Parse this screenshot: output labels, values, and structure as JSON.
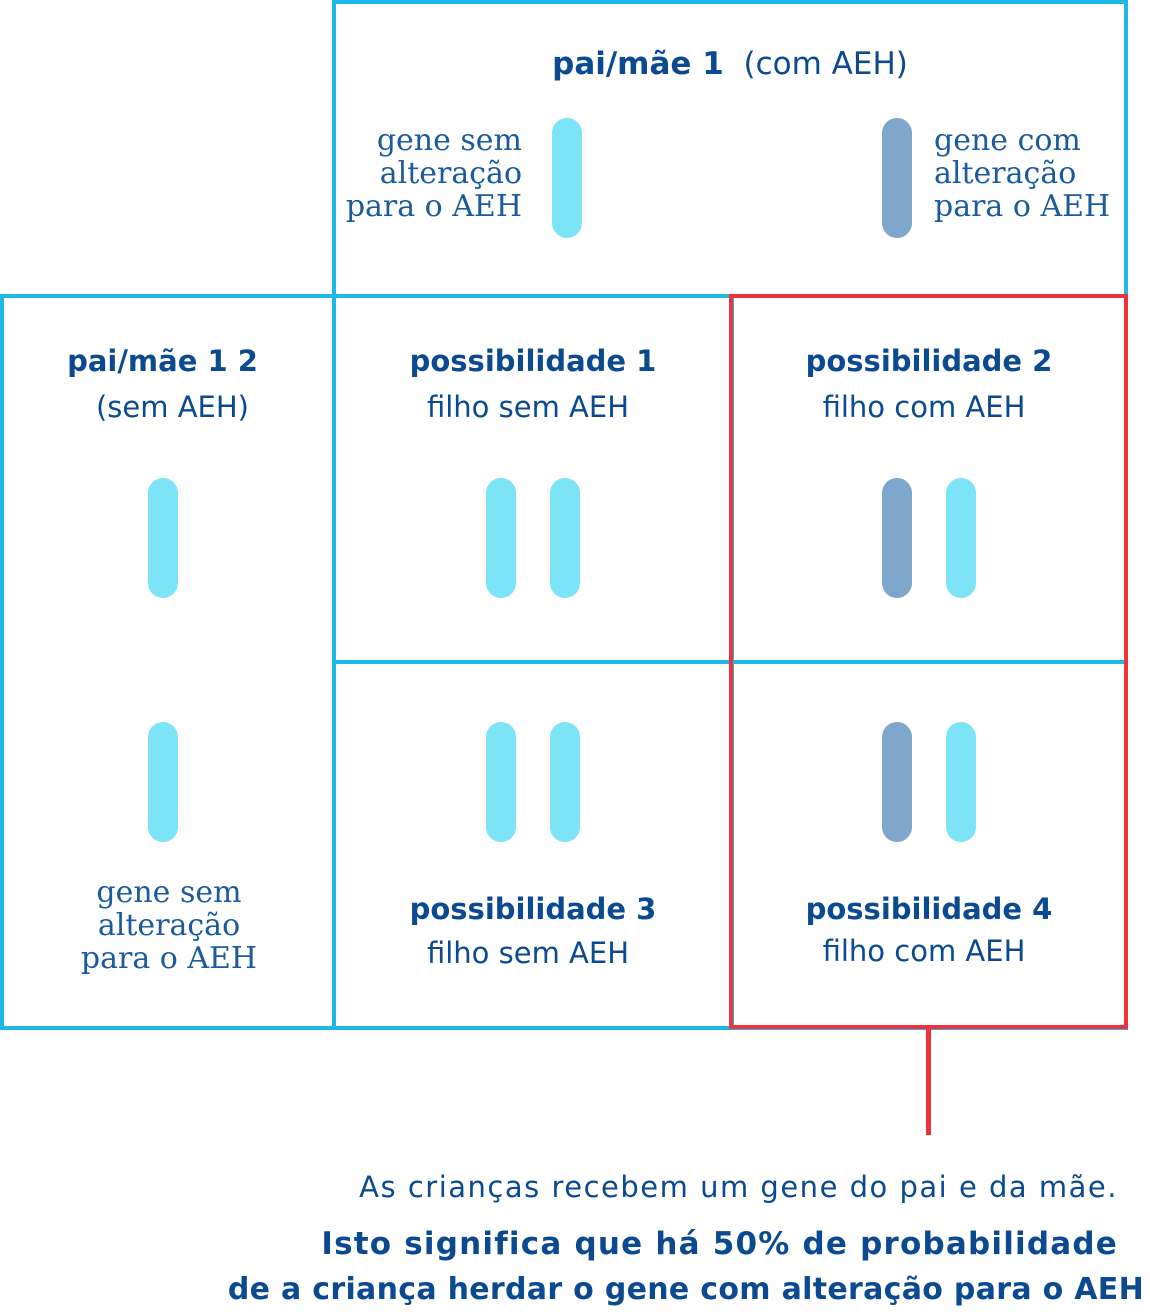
{
  "header": {
    "parent1_bold": "pai/mãe 1",
    "parent1_rest": "(com AEH)",
    "gene_normal_lines": [
      "gene sem",
      "alteração",
      "para o AEH"
    ],
    "gene_altered_lines": [
      "gene com",
      "alteração",
      "para o AEH"
    ]
  },
  "side": {
    "parent2_title": "pai/mãe 1  2",
    "parent2_sub": "(sem AEH)",
    "gene_normal_lines": [
      "gene sem",
      "alteração",
      "para o AEH"
    ]
  },
  "cells": [
    {
      "title": "possibilidade 1",
      "subtitle": "filho sem AEH"
    },
    {
      "title": "possibilidade 2",
      "subtitle": "filho com AEH"
    },
    {
      "title": "possibilidade 3",
      "subtitle": "filho sem AEH"
    },
    {
      "title": "possibilidade 4",
      "subtitle": "filho com AEH"
    }
  ],
  "footer": {
    "line1": "As crianças recebem um gene do pai e da mãe.",
    "line2": "Isto significa que há 50% de probabilidade",
    "line3": "de a criança herdar  o gene com alteração para o AEH"
  },
  "colors": {
    "border": "#1fb8e6",
    "highlight": "#f0323e",
    "gene_normal": "#7de3f7",
    "gene_altered": "#7fa6cb",
    "text": "#0b4a91"
  }
}
